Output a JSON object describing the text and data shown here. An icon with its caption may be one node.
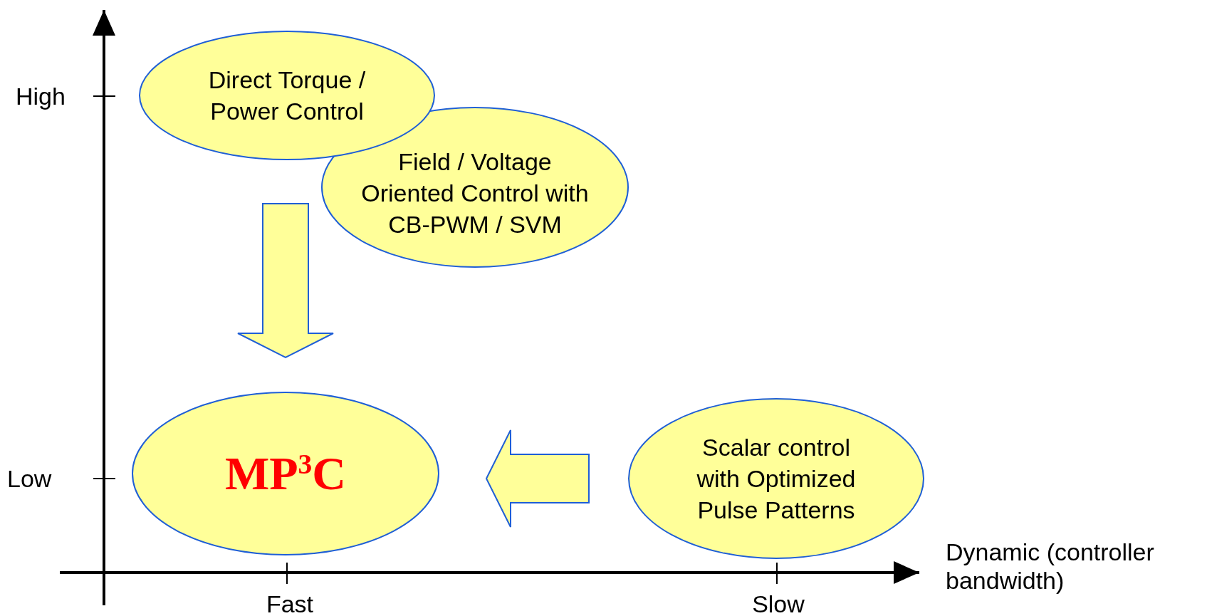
{
  "diagram": {
    "nodes": [
      {
        "text": [
          "Direct Torque / Power Control"
        ]
      },
      {
        "text": [
          "Field / Voltage Oriented Control with CB-PWM / SVM"
        ]
      },
      {
        "text": [
          "MP$^{3}$C"
        ]
      },
      {
        "text": [
          "Scalar control with Optimized Pulse Patterns"
        ]
      }
    ],
    "edges": [
      {
        "from": 0,
        "to": 2,
        "arrow": "to"
      },
      {
        "from": 3,
        "to": 2,
        "arrow": "to"
      }
    ],
    "labels": [
      "High",
      "Low",
      "Fast",
      "Slow",
      "Dynamic (controller bandwidth)"
    ]
  }
}
